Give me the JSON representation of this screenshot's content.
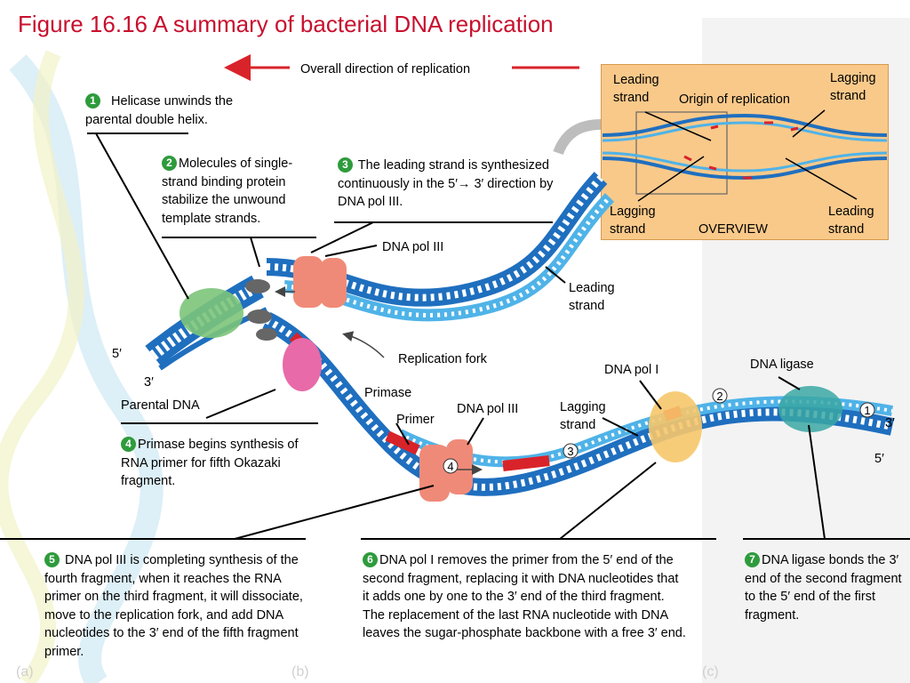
{
  "title": "Figure 16.16 A summary of bacterial DNA replication",
  "direction": {
    "text": "Overall direction of replication"
  },
  "overview": {
    "title": "OVERVIEW",
    "leading_top": [
      "Leading",
      "strand"
    ],
    "lagging_top": [
      "Lagging",
      "strand"
    ],
    "origin": "Origin of replication",
    "lagging_bottom": [
      "Lagging",
      "strand"
    ],
    "leading_bottom": [
      "Leading",
      "strand"
    ]
  },
  "steps": [
    {
      "num": "1",
      "text": "Helicase unwinds the parental double helix."
    },
    {
      "num": "2",
      "text": "Molecules of single-strand binding protein stabilize the unwound template strands."
    },
    {
      "num": "3",
      "text": "The leading strand is synthesized continuously in the 5′→ 3′ direction by DNA pol III."
    },
    {
      "num": "4",
      "text": "Primase begins synthesis of RNA primer for fifth Okazaki fragment."
    },
    {
      "num": "5",
      "text": "DNA pol III is completing synthesis of the fourth fragment, when it reaches the RNA primer on the third fragment, it will dissociate, move to the replication fork, and add DNA nucleotides to the 3′ end of the fifth fragment primer."
    },
    {
      "num": "6",
      "text": "DNA pol I removes the primer from the 5′ end of the second fragment, replacing it with DNA nucleotides that it adds one by one to the 3′ end of the third fragment. The replacement of the last RNA nucleotide with DNA leaves the sugar-phosphate backbone with a free 3′ end."
    },
    {
      "num": "7",
      "text": "DNA ligase bonds the 3′ end of the second fragment to the 5′ end of the first fragment."
    }
  ],
  "labels": {
    "dna_pol_iii_top": "DNA pol III",
    "leading_strand": [
      "Leading",
      "strand"
    ],
    "replication_fork": "Replication fork",
    "primase": "Primase",
    "primer": "Primer",
    "parental_dna": "Parental DNA",
    "dna_pol_iii_bottom": "DNA pol III",
    "lagging_strand": [
      "Lagging",
      "strand"
    ],
    "dna_pol_i": "DNA pol I",
    "dna_ligase": "DNA ligase",
    "five_prime_left": "5′",
    "three_prime_left": "3′",
    "three_prime_right": "3′",
    "five_prime_right": "5′",
    "fragment_numbers": [
      "1",
      "2",
      "3",
      "4"
    ]
  },
  "colors": {
    "title": "#c8102e",
    "step_badge": "#2e9b3c",
    "backbone": "#1f6fbf",
    "new_strand": "#4fb3e8",
    "rna_primer": "#d9232a",
    "overview_bg": "#f9c98a",
    "helicase": "#7cc47a",
    "primase": "#e86aa8",
    "dna_pol_iii": "#f08a78",
    "dna_pol_i": "#f6c66a",
    "ligase": "#39a7a3"
  },
  "panel_markers": [
    "(a)",
    "(b)",
    "(c)"
  ]
}
